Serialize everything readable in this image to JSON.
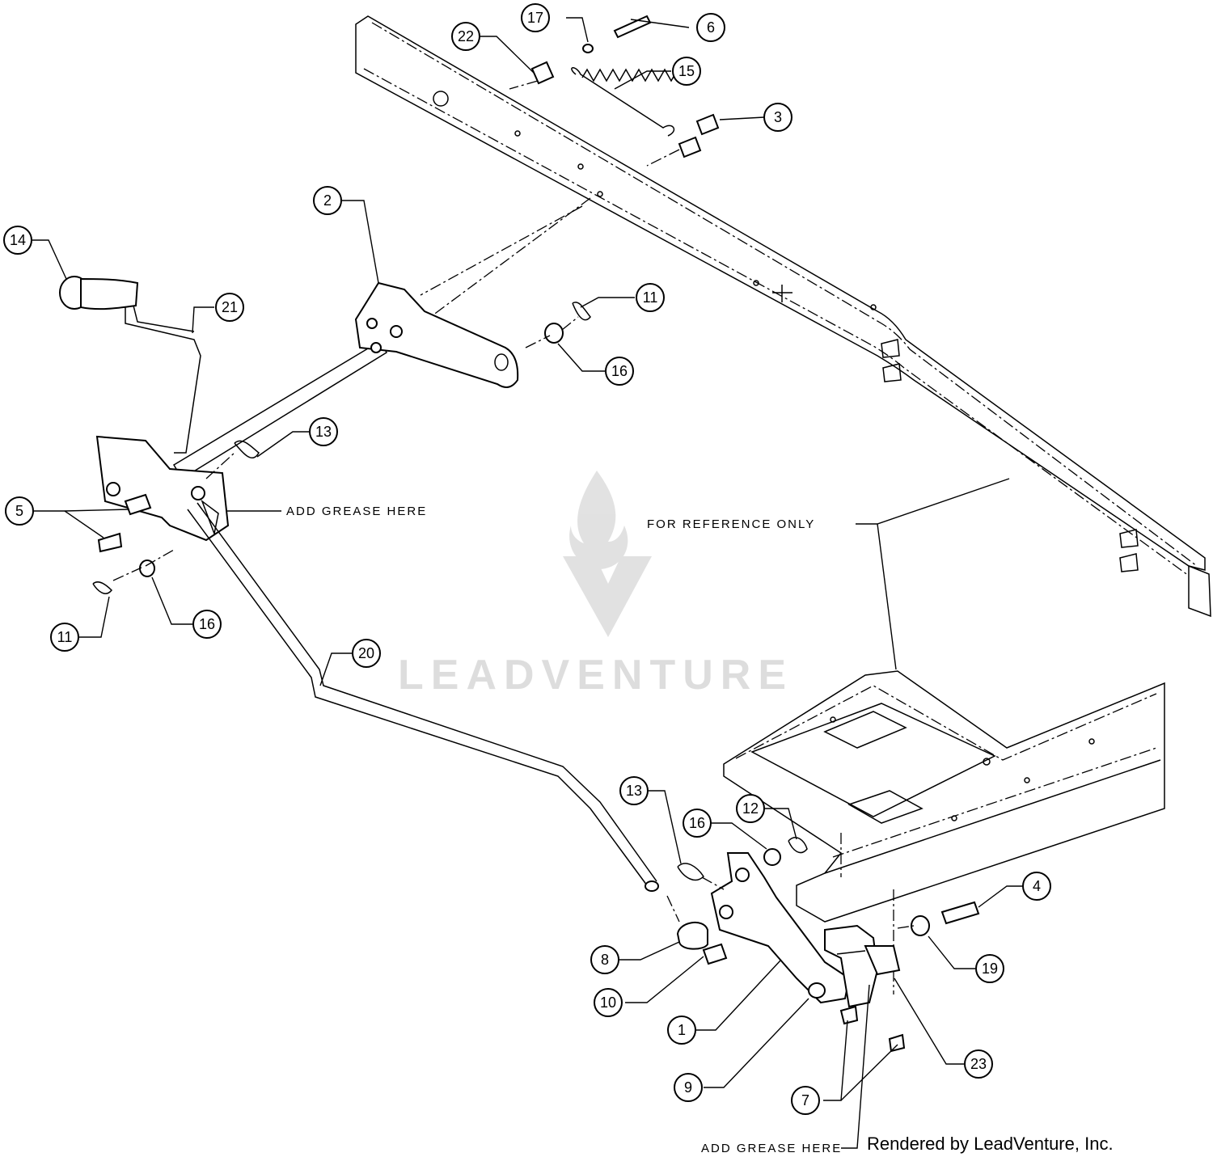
{
  "diagram": {
    "callouts": [
      {
        "label": "1"
      },
      {
        "label": "2"
      },
      {
        "label": "3"
      },
      {
        "label": "4"
      },
      {
        "label": "5"
      },
      {
        "label": "6"
      },
      {
        "label": "7"
      },
      {
        "label": "8"
      },
      {
        "label": "9"
      },
      {
        "label": "10"
      },
      {
        "label": "11"
      },
      {
        "label": "11"
      },
      {
        "label": "12"
      },
      {
        "label": "13"
      },
      {
        "label": "13"
      },
      {
        "label": "14"
      },
      {
        "label": "15"
      },
      {
        "label": "16"
      },
      {
        "label": "16"
      },
      {
        "label": "16"
      },
      {
        "label": "17"
      },
      {
        "label": "19"
      },
      {
        "label": "20"
      },
      {
        "label": "21"
      },
      {
        "label": "22"
      },
      {
        "label": "23"
      }
    ],
    "notes": {
      "grease_upper": "ADD GREASE HERE",
      "grease_lower": "ADD GREASE HERE",
      "reference": "FOR REFERENCE ONLY"
    },
    "watermark": "LEADVENTURE",
    "credit": "Rendered by LeadVenture, Inc."
  }
}
